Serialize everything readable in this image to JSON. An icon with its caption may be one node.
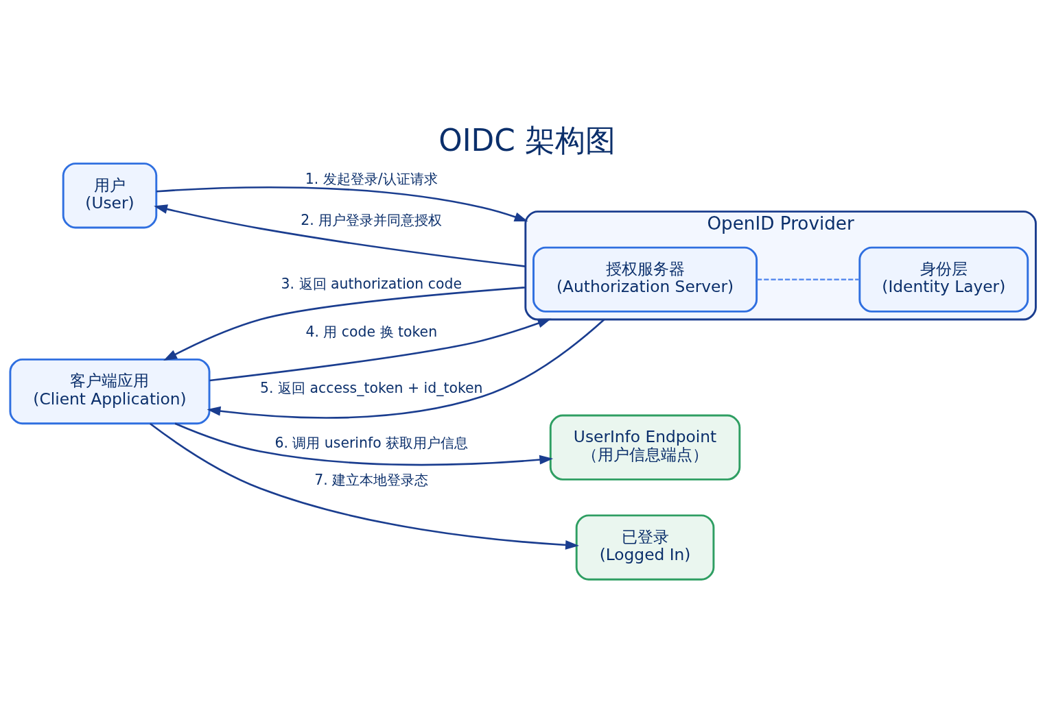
{
  "diagram": {
    "title": "OIDC 架构图",
    "nodes": [
      {
        "text": [
          "用户",
          "(User)"
        ]
      },
      {
        "text": [
          "客户端应用",
          "(Client Application)"
        ]
      },
      {
        "text": [
          "OpenID Provider"
        ]
      },
      {
        "text": [
          "授权服务器",
          "(Authorization Server)"
        ],
        "in": 2
      },
      {
        "text": [
          "身份层",
          "(Identity Layer)"
        ],
        "in": 2
      },
      {
        "text": [
          "UserInfo Endpoint",
          "（用户信息端点）"
        ]
      },
      {
        "text": [
          "已登录",
          "(Logged In)"
        ]
      }
    ],
    "edges": [
      {
        "from": 0,
        "to": 2,
        "arrow": "to",
        "label": "1. 发起登录/认证请求"
      },
      {
        "from": 2,
        "to": 0,
        "arrow": "to",
        "label": "2. 用户登录并同意授权"
      },
      {
        "from": 2,
        "to": 1,
        "arrow": "to",
        "label": "3. 返回 authorization code"
      },
      {
        "from": 1,
        "to": 2,
        "arrow": "to",
        "label": "4. 用 code 换 token"
      },
      {
        "from": 2,
        "to": 1,
        "arrow": "to",
        "label": "5. 返回 access_token + id_token"
      },
      {
        "from": 1,
        "to": 5,
        "arrow": "to",
        "label": "6. 调用 userinfo 获取用户信息"
      },
      {
        "from": 1,
        "to": 6,
        "arrow": "to",
        "label": "7. 建立本地登录态"
      },
      {
        "from": 3,
        "to": 4,
        "arrow": "none",
        "style": "dashed",
        "color": "#5b8def"
      }
    ]
  }
}
